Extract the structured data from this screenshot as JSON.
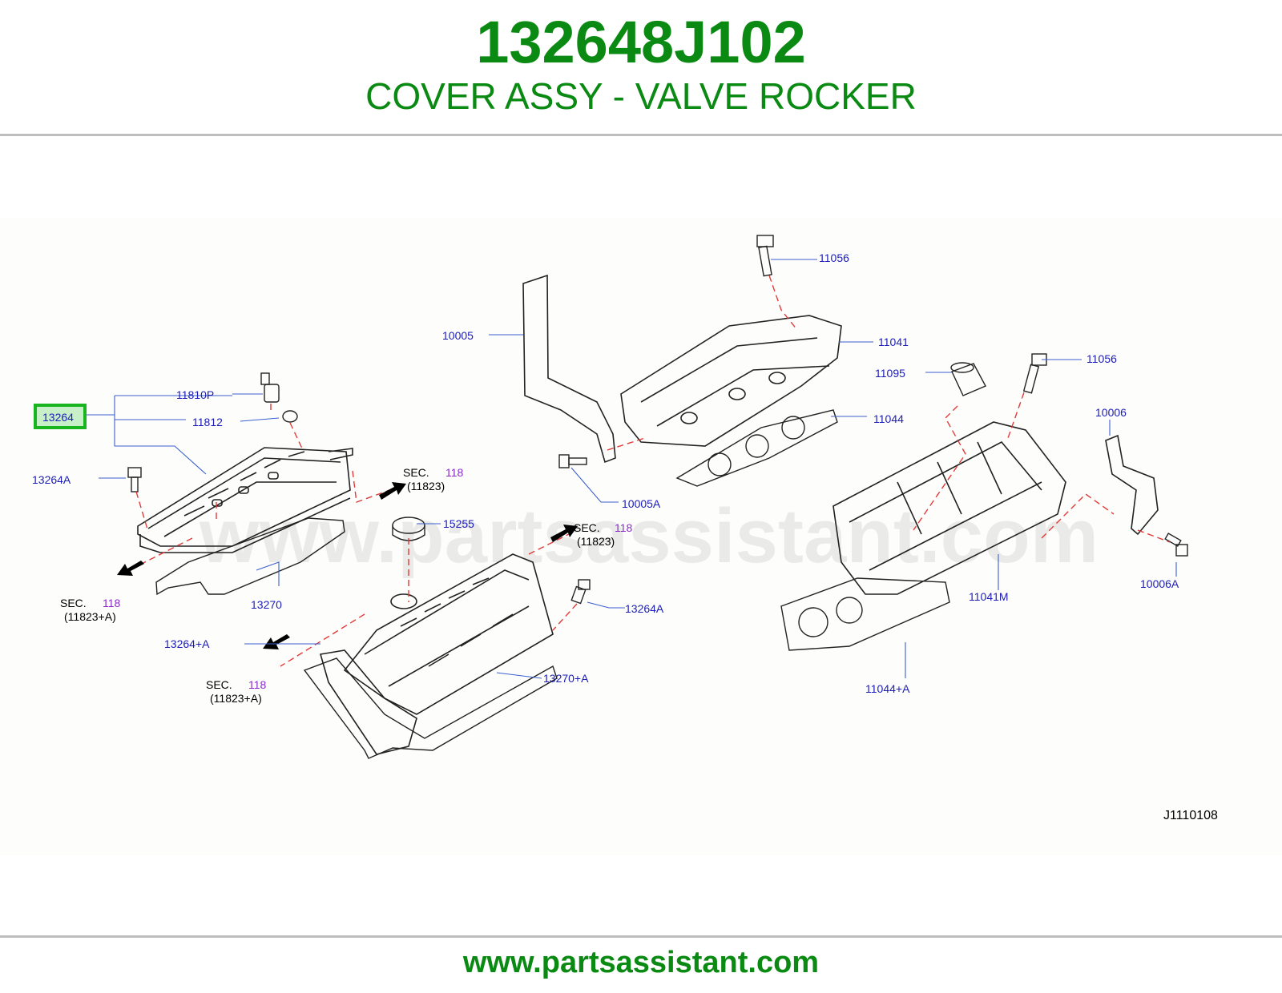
{
  "header": {
    "part_number": "132648J102",
    "description": "COVER ASSY - VALVE ROCKER"
  },
  "footer": {
    "url": "www.partsassistant.com"
  },
  "watermark": "www.partsassistant.com",
  "diagram": {
    "code": "J1110108",
    "highlight_color": "#19b51e",
    "label_color": "#1c1cb8",
    "highlighted_callout": "13264",
    "callouts": {
      "c13264": "13264",
      "c11810P": "11810P",
      "c11812": "11812",
      "c13264A_left": "13264A",
      "c13270": "13270",
      "c15255": "15255",
      "c13264A_mid": "13264A",
      "c13264plusA": "13264+A",
      "c13270plusA": "13270+A",
      "c10005": "10005",
      "c10005A": "10005A",
      "c11056_top": "11056",
      "c11041": "11041",
      "c11044": "11044",
      "c11095": "11095",
      "c11056_right": "11056",
      "c10006": "10006",
      "c10006A": "10006A",
      "c11041M": "11041M",
      "c11044plusA": "11044+A"
    },
    "sec_refs": [
      {
        "sec": "SEC.",
        "num": "118",
        "ref": "(11823)"
      },
      {
        "sec": "SEC.",
        "num": "118",
        "ref": "(11823)"
      },
      {
        "sec": "SEC.",
        "num": "118",
        "ref": "(11823+A)"
      },
      {
        "sec": "SEC.",
        "num": "118",
        "ref": "(11823+A)"
      }
    ]
  }
}
